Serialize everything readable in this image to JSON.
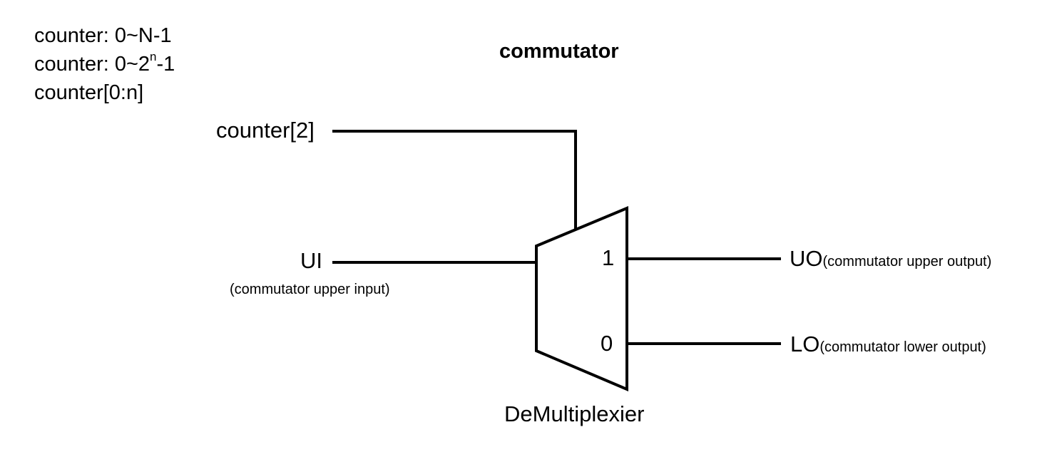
{
  "notes": {
    "line1": "counter: 0~N-1",
    "line2_prefix": "counter: 0~2",
    "line2_sup": "n",
    "line2_suffix": "-1",
    "line3": "counter[0:n]"
  },
  "title": "commutator",
  "signals": {
    "select": "counter[2]",
    "input": "UI",
    "input_desc": "(commutator upper input)",
    "upper_output": "UO",
    "upper_output_desc": "(commutator upper output)",
    "lower_output": "LO",
    "lower_output_desc": "(commutator lower output)"
  },
  "demux": {
    "port_1": "1",
    "port_0": "0",
    "label": "DeMultiplexier"
  }
}
